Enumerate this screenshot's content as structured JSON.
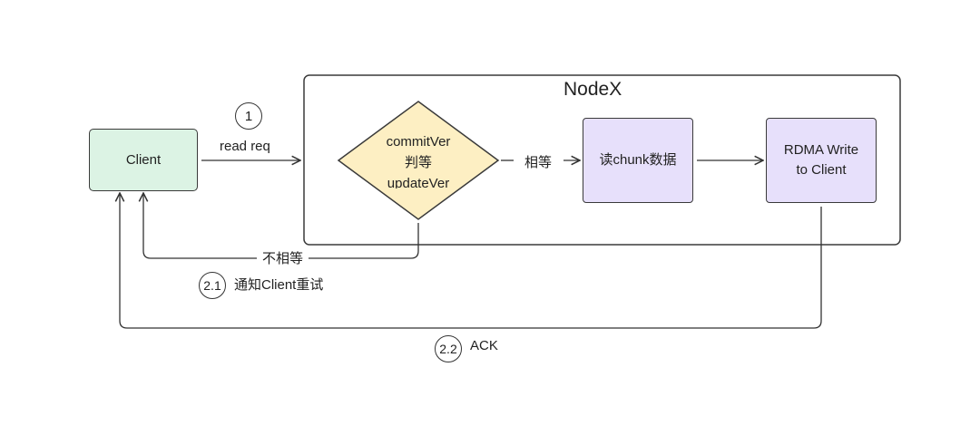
{
  "container": {
    "title": "NodeX"
  },
  "nodes": {
    "client": "Client",
    "decision": [
      "commitVer",
      "判等",
      "updateVer"
    ],
    "read_chunk": "读chunk数据",
    "rdma": [
      "RDMA Write",
      "to Client"
    ]
  },
  "edges": {
    "read_req": "read req",
    "equal": "相等",
    "not_equal": "不相等",
    "notify_retry": "通知Client重试",
    "ack": "ACK"
  },
  "steps": {
    "s1": "1",
    "s21": "2.1",
    "s22": "2.2"
  },
  "colors": {
    "client_fill": "#dcf3e4",
    "decision_fill": "#fdefc3",
    "process_fill": "#e7e0fb",
    "stroke": "#3a3a3a"
  }
}
